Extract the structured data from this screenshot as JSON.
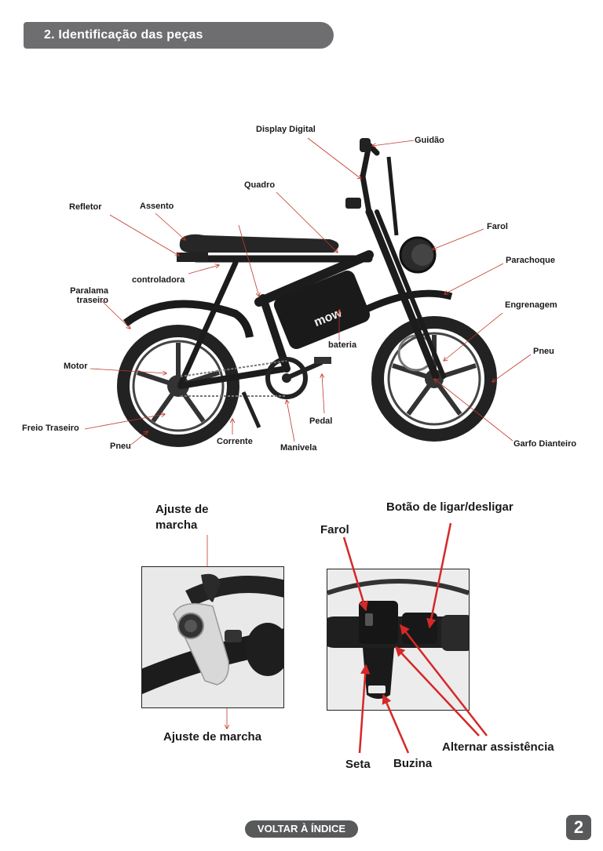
{
  "header": {
    "title": "2. Identificação das peças"
  },
  "bike": {
    "brand_text": "mow",
    "labels": {
      "display_digital": "Display Digital",
      "guidao": "Guidão",
      "quadro": "Quadro",
      "refletor": "Refletor",
      "assento": "Assento",
      "farol": "Farol",
      "parachoque": "Parachoque",
      "controladora": "controladora",
      "paralama_traseiro": "Paralama traseiro",
      "engrenagem": "Engrenagem",
      "bateria": "bateria",
      "pneu_dianteiro": "Pneu",
      "motor": "Motor",
      "pedal": "Pedal",
      "freio_traseiro": "Freio Traseiro",
      "corrente": "Corrente",
      "pneu_traseiro": "Pneu",
      "manivela": "Manivela",
      "garfo_dianteiro": "Garfo Dianteiro"
    }
  },
  "gear_detail": {
    "label_top": "Ajuste de marcha",
    "label_bottom": "Ajuste de marcha"
  },
  "switch_detail": {
    "label_power": "Botão de ligar/desligar",
    "label_farol": "Farol",
    "label_assist": "Alternar assistência",
    "label_seta": "Seta",
    "label_buzina": "Buzina"
  },
  "footer": {
    "back_label": "VOLTAR À ÍNDICE",
    "page_number": "2"
  },
  "colors": {
    "header_bg": "#6e6e70",
    "footer_bg": "#58595b",
    "leader_line": "#c0392b",
    "arrow_red": "#d62828"
  }
}
